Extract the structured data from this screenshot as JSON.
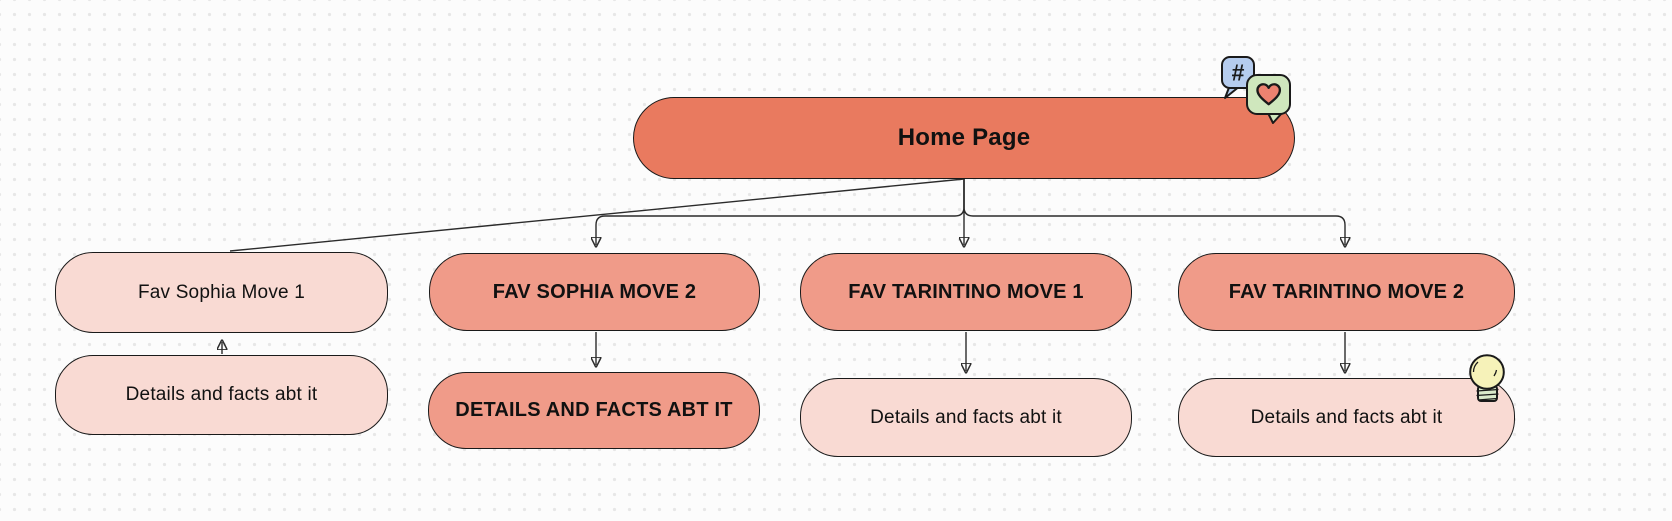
{
  "diagram": {
    "home_label": "Home Page",
    "columns": [
      {
        "move_label": "Fav Sophia Move 1",
        "detail_label": "Details and facts abt it"
      },
      {
        "move_label": "FAV SOPHIA MOVE 2",
        "detail_label": "DETAILS AND FACTS ABT IT"
      },
      {
        "move_label": "FAV TARINTINO MOVE 1",
        "detail_label": "Details and facts abt it"
      },
      {
        "move_label": "FAV TARINTINO MOVE 2",
        "detail_label": "Details and facts abt it"
      }
    ]
  },
  "stickers": {
    "hashtag_symbol": "#",
    "hashtag_bubble": "hashtag-chat-bubble-sticker",
    "heart_bubble": "heart-chat-bubble-sticker",
    "lightbulb": "lightbulb-sticker"
  },
  "colors": {
    "canvas_bg": "#FCFCFC",
    "canvas_dot": "#E7E7E7",
    "node_primary": "#E97A5F",
    "node_secondary": "#F09B89",
    "node_light": "#F9DAD3",
    "node_border": "#1A1A1A",
    "connector": "#2B2B2B",
    "bubble_blue": "#B5CCEE",
    "bubble_green": "#CFE7BD",
    "heart_fill": "#ED8270",
    "bulb_glass": "#F6F2B9",
    "bulb_base": "#D9E9CA",
    "label_color": "#111111"
  }
}
